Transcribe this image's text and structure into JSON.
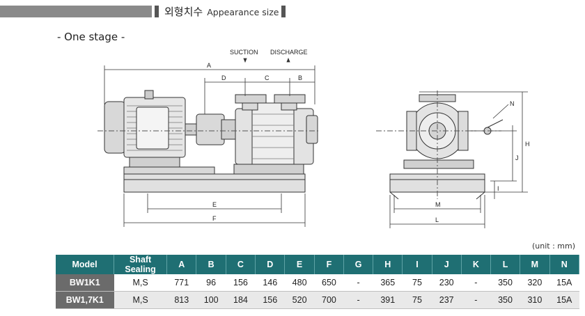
{
  "header": {
    "title_ko": "외형치수",
    "title_en": "Appearance size"
  },
  "stage_label": "- One stage -",
  "drawing_labels": {
    "suction": "SUCTION",
    "discharge": "DISCHARGE",
    "A": "A",
    "B": "B",
    "C": "C",
    "D": "D",
    "E": "E",
    "F": "F",
    "H": "H",
    "I": "I",
    "J": "J",
    "L": "L",
    "M": "M",
    "N": "N"
  },
  "unit_note": "(unit : mm)",
  "table": {
    "headers": [
      "Model",
      "Shaft Sealing",
      "A",
      "B",
      "C",
      "D",
      "E",
      "F",
      "G",
      "H",
      "I",
      "J",
      "K",
      "L",
      "M",
      "N"
    ],
    "rows": [
      [
        "BW1K1",
        "M,S",
        "771",
        "96",
        "156",
        "146",
        "480",
        "650",
        "-",
        "365",
        "75",
        "230",
        "-",
        "350",
        "320",
        "15A"
      ],
      [
        "BW1,7K1",
        "M,S",
        "813",
        "100",
        "184",
        "156",
        "520",
        "700",
        "-",
        "391",
        "75",
        "237",
        "-",
        "350",
        "310",
        "15A"
      ]
    ]
  }
}
